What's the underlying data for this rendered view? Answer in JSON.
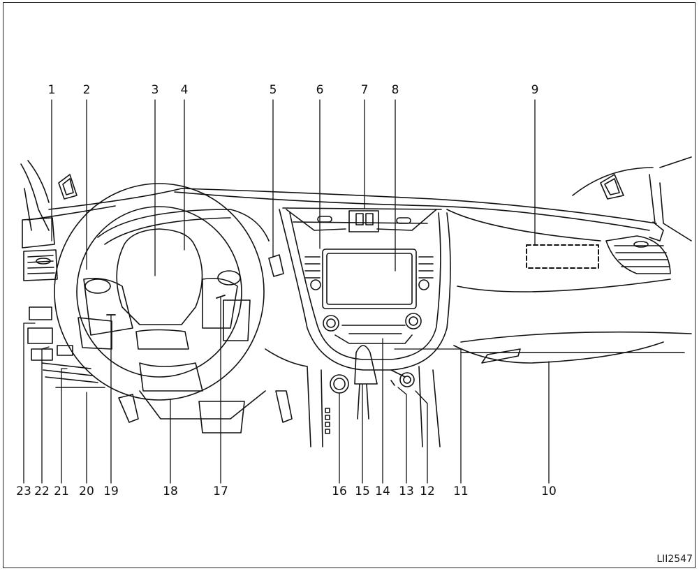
{
  "figure_code": "LII2547",
  "top_callouts": [
    "1",
    "2",
    "3",
    "4",
    "5",
    "6",
    "7",
    "8",
    "9"
  ],
  "bottom_callouts": [
    "23",
    "22",
    "21",
    "20",
    "19",
    "18",
    "17",
    "16",
    "15",
    "14",
    "13",
    "12",
    "11",
    "10"
  ]
}
